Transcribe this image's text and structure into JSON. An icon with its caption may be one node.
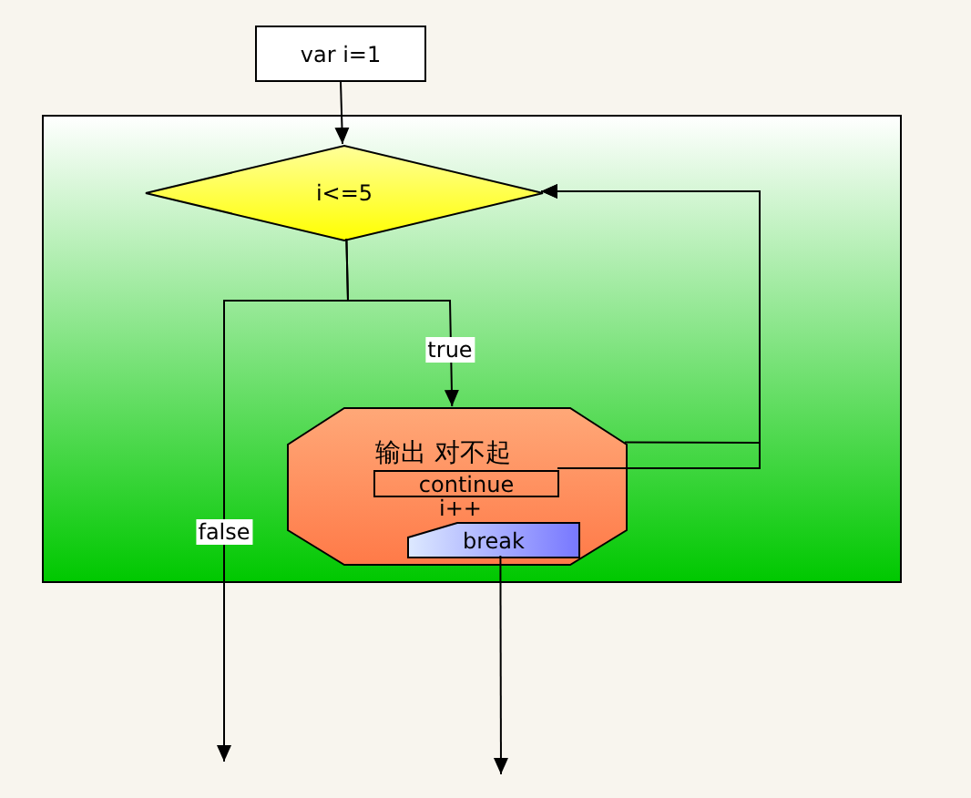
{
  "diagram": {
    "nodes": [
      {
        "text": [
          "var i=1"
        ]
      },
      {
        "text": [],
        "shape": "box"
      },
      {
        "text": [
          "i<=5"
        ],
        "in": 1
      },
      {
        "text": [
          "输出 对不起",
          "i++"
        ],
        "in": 1
      },
      {
        "text": [
          "continue"
        ],
        "in": 3
      },
      {
        "text": [
          "break"
        ],
        "in": 3
      }
    ],
    "edges": [
      {
        "from": 0,
        "to": 2,
        "arrow": "to"
      },
      {
        "from": 2,
        "to": 3,
        "label": "true",
        "arrow": "to"
      },
      {
        "from": 2,
        "to": null,
        "label": "false",
        "arrow": "to"
      },
      {
        "from": 3,
        "to": 2,
        "arrow": "to"
      },
      {
        "from": 4,
        "to": 2,
        "arrow": "to"
      },
      {
        "from": 5,
        "to": null,
        "arrow": "to"
      }
    ]
  }
}
